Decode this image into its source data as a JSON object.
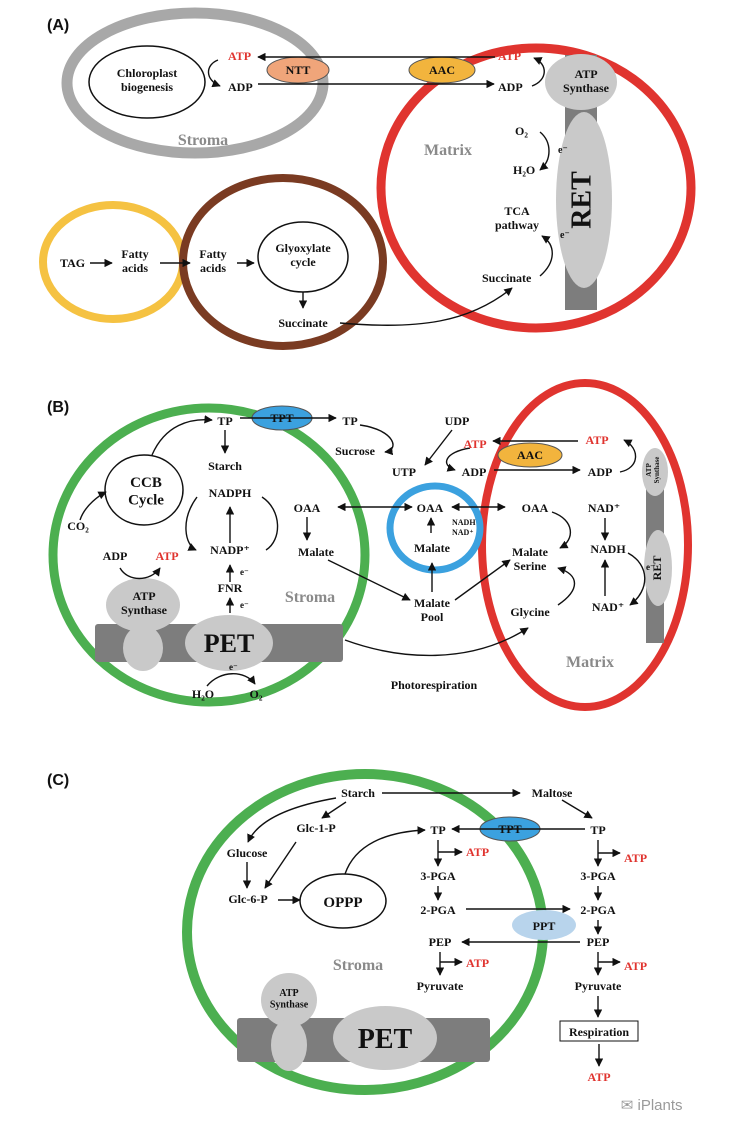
{
  "colors": {
    "green": "#4caf50",
    "red": "#e0342f",
    "grey_ring": "#a8a8a8",
    "yellow": "#f5c242",
    "brown": "#7a3b22",
    "blue": "#3ba1df",
    "ntt": "#f0a57a",
    "aac": "#f2b43d",
    "ppt": "#b8d4ec",
    "membrane": "#7d7d7d",
    "complex": "#c9c9c9"
  },
  "panel_a": {
    "label": "(A)",
    "chloroplast_biogenesis": "Chloroplast\nbiogenesis",
    "atp_left": "ATP",
    "adp_left": "ADP",
    "ntt": "NTT",
    "aac": "AAC",
    "atp_right": "ATP",
    "adp_right": "ADP",
    "atp_synthase": "ATP\nSynthase",
    "stroma": "Stroma",
    "matrix": "Matrix",
    "o2": "O₂",
    "h2o": "H₂O",
    "e1": "e⁻",
    "e2": "e⁻",
    "tca": "TCA\npathway",
    "ret": "RET",
    "succinate_mito": "Succinate",
    "tag": "TAG",
    "fatty_acids_1": "Fatty\nacids",
    "fatty_acids_2": "Fatty\nacids",
    "glyoxylate": "Glyoxylate\ncycle",
    "succinate_glyox": "Succinate"
  },
  "panel_b": {
    "label": "(B)",
    "tp_1": "TP",
    "tpt": "TPT",
    "tp_2": "TP",
    "starch": "Starch",
    "sucrose": "Sucrose",
    "udp": "UDP",
    "utp": "UTP",
    "atp_cyt": "ATP",
    "adp_cyt": "ADP",
    "aac": "AAC",
    "atp_mito": "ATP",
    "adp_mito": "ADP",
    "atp_synthase_small": "ATP\nSynthase",
    "ccb": "CCB\nCycle",
    "co2": "CO₂",
    "nadph": "NADPH",
    "oaa_chl": "OAA",
    "oaa_cyt": "OAA",
    "oaa_mito": "OAA",
    "nadp": "NADP⁺",
    "malate_chl": "Malate",
    "nadh_small": "NADH",
    "nad_small": "NAD⁺",
    "malate_cyt": "Malate",
    "nad_top": "NAD⁺",
    "nadh_mito": "NADH",
    "nad_bottom": "NAD⁺",
    "malate_serine": "Malate\nSerine",
    "glycine": "Glycine",
    "ret": "RET",
    "adp_chl": "ADP",
    "atp_chl": "ATP",
    "fnr": "FNR",
    "e_a": "e⁻",
    "e_b": "e⁻",
    "e_c": "e⁻",
    "e_ret": "e⁻",
    "stroma": "Stroma",
    "malate_pool": "Malate\nPool",
    "matrix": "Matrix",
    "atp_synthase": "ATP\nSynthase",
    "pet": "PET",
    "h2o": "H₂O",
    "o2": "O₂",
    "photorespiration": "Photorespiration"
  },
  "panel_c": {
    "label": "(C)",
    "starch": "Starch",
    "maltose": "Maltose",
    "glucose": "Glucose",
    "glc1p": "Glc-1-P",
    "glc6p": "Glc-6-P",
    "oppp": "OPPP",
    "tp_chl": "TP",
    "tpt": "TPT",
    "tp_cyt": "TP",
    "atp_1": "ATP",
    "atp_2": "ATP",
    "pga3_chl": "3-PGA",
    "pga3_cyt": "3-PGA",
    "pga2_chl": "2-PGA",
    "pga2_cyt": "2-PGA",
    "ppt": "PPT",
    "pep_chl": "PEP",
    "pep_cyt": "PEP",
    "atp_3": "ATP",
    "atp_4": "ATP",
    "pyruvate_chl": "Pyruvate",
    "pyruvate_cyt": "Pyruvate",
    "stroma": "Stroma",
    "atp_synthase": "ATP\nSynthase",
    "pet": "PET",
    "respiration": "Respiration",
    "atp_out": "ATP"
  },
  "watermark": "iPlants"
}
